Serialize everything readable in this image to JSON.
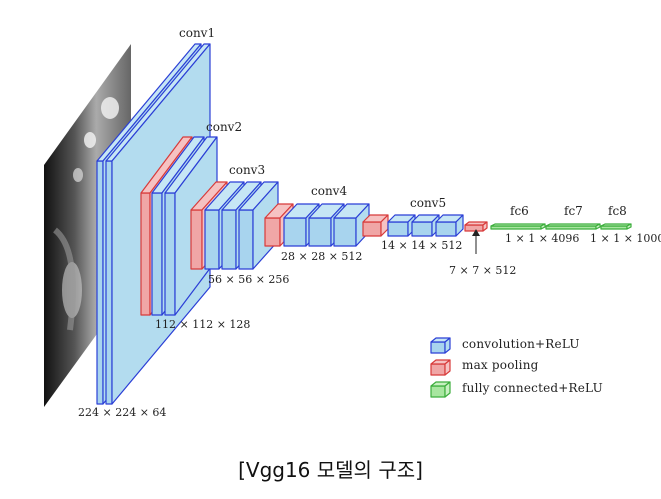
{
  "layers": {
    "conv1": "conv1",
    "conv2": "conv2",
    "conv3": "conv3",
    "conv4": "conv4",
    "conv5": "conv5",
    "fc6": "fc6",
    "fc7": "fc7",
    "fc8": "fc8"
  },
  "dims": {
    "d224": "224 × 224 × 64",
    "d112": "112 × 112 × 128",
    "d56": "56 × 56 × 256",
    "d28": "28 × 28 × 512",
    "d14": "14 × 14 × 512",
    "d7": "7 × 7 × 512",
    "d4096": "1 × 1 × 4096",
    "d1000": "1 × 1 × 1000"
  },
  "legend": {
    "conv": "convolution+ReLU",
    "pool": "max pooling",
    "fc": "fully connected+ReLU"
  },
  "colors": {
    "conv_fill": "#b3dcef",
    "conv_front": "#a8d4ee",
    "conv_edge": "#2b3fd6",
    "pool_fill": "#f0a6a6",
    "pool_edge": "#d83b3b",
    "fc_fill": "#a8e6a0",
    "fc_edge": "#3cae3c"
  },
  "caption": "[Vgg16 모델의 구조]"
}
